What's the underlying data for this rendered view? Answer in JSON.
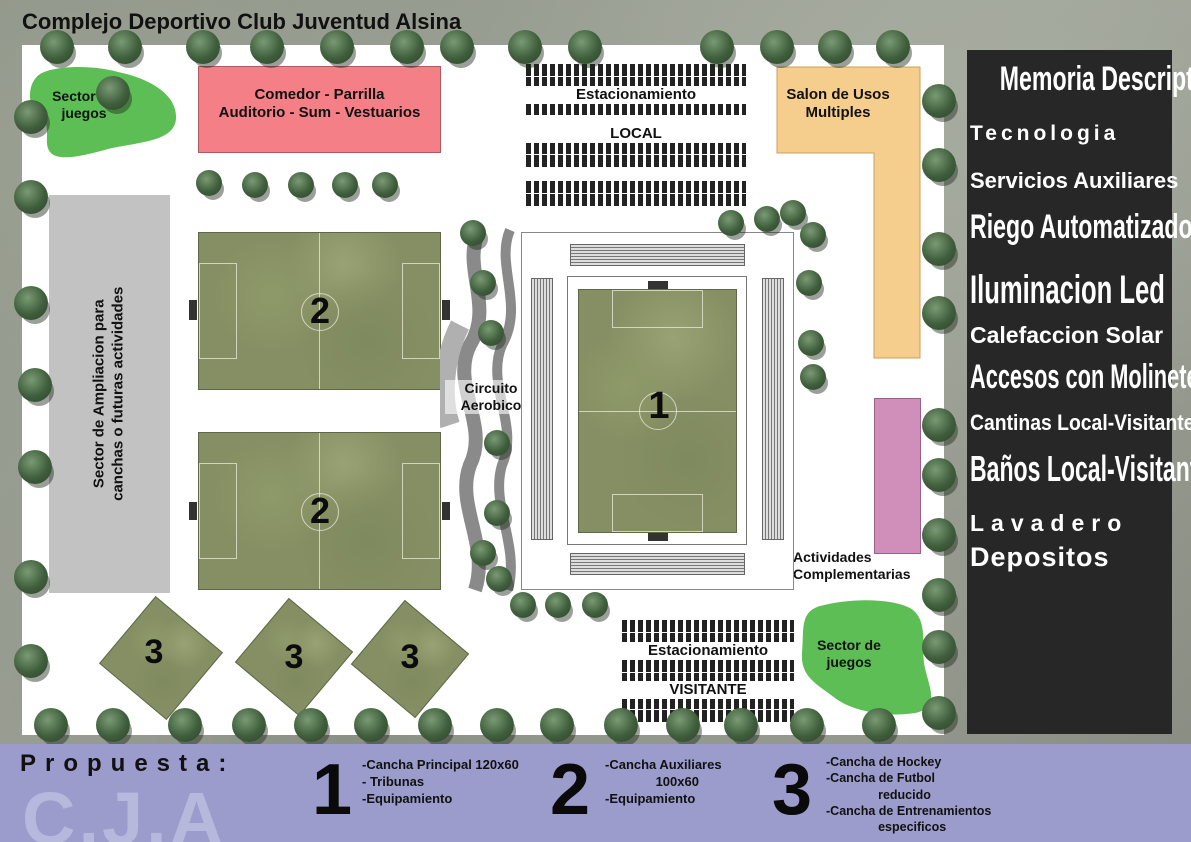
{
  "title": "Complejo Deportivo Club Juventud Alsina",
  "areas": {
    "comedor_line1": "Comedor - Parrilla",
    "comedor_line2": "Auditorio - Sum - Vestuarios",
    "juegos_top_line1": "Sector de",
    "juegos_top_line2": "juegos",
    "parking_local_line1": "Estacionamiento",
    "parking_local_line2": "LOCAL",
    "salon_line1": "Salon de Usos",
    "salon_line2": "Multiples",
    "ampliacion_line1": "Sector de Ampliacion para",
    "ampliacion_line2": "canchas o futuras actividades",
    "circuito_line1": "Circuito",
    "circuito_line2": "Aerobico",
    "actividades_line1": "Actividades",
    "actividades_line2": "Complementarias",
    "parking_visit_line1": "Estacionamiento",
    "parking_visit_line2": "VISITANTE",
    "juegos_bottom_line1": "Sector de",
    "juegos_bottom_line2": "juegos"
  },
  "field_numbers": {
    "main": "1",
    "aux": "2",
    "hockey": "3"
  },
  "colors": {
    "comedor": "#f47f86",
    "salon": "#f5cd8c",
    "actividades": "#cf8fba",
    "juegos": "#5dbe55",
    "ampliacion": "#c2c2c2",
    "memoria_bg": "#272727",
    "footer_bg": "#9b9ccc"
  },
  "memoria": {
    "heading": "Memoria Descriptiva",
    "items": [
      "Tecnologia",
      "Servicios Auxiliares",
      "Riego Automatizado",
      "Iluminacion Led",
      "Calefaccion Solar",
      "Accesos con Molinetes",
      "Cantinas Local-Visitantes",
      "Baños Local-Visitantes",
      "Lavadero",
      "Depositos"
    ]
  },
  "propuesta": {
    "label": "Propuesta:",
    "watermark": "C.J.A",
    "groups": [
      {
        "number": "1",
        "text": "-Cancha Principal 120x60\n- Tribunas\n-Equipamiento"
      },
      {
        "number": "2",
        "text": "-Cancha Auxiliares\n              100x60\n-Equipamiento"
      },
      {
        "number": "3",
        "text": "-Cancha de Hockey\n-Cancha de Futbol\n               reducido\n-Cancha de Entrenamientos\n               especificos"
      }
    ]
  }
}
